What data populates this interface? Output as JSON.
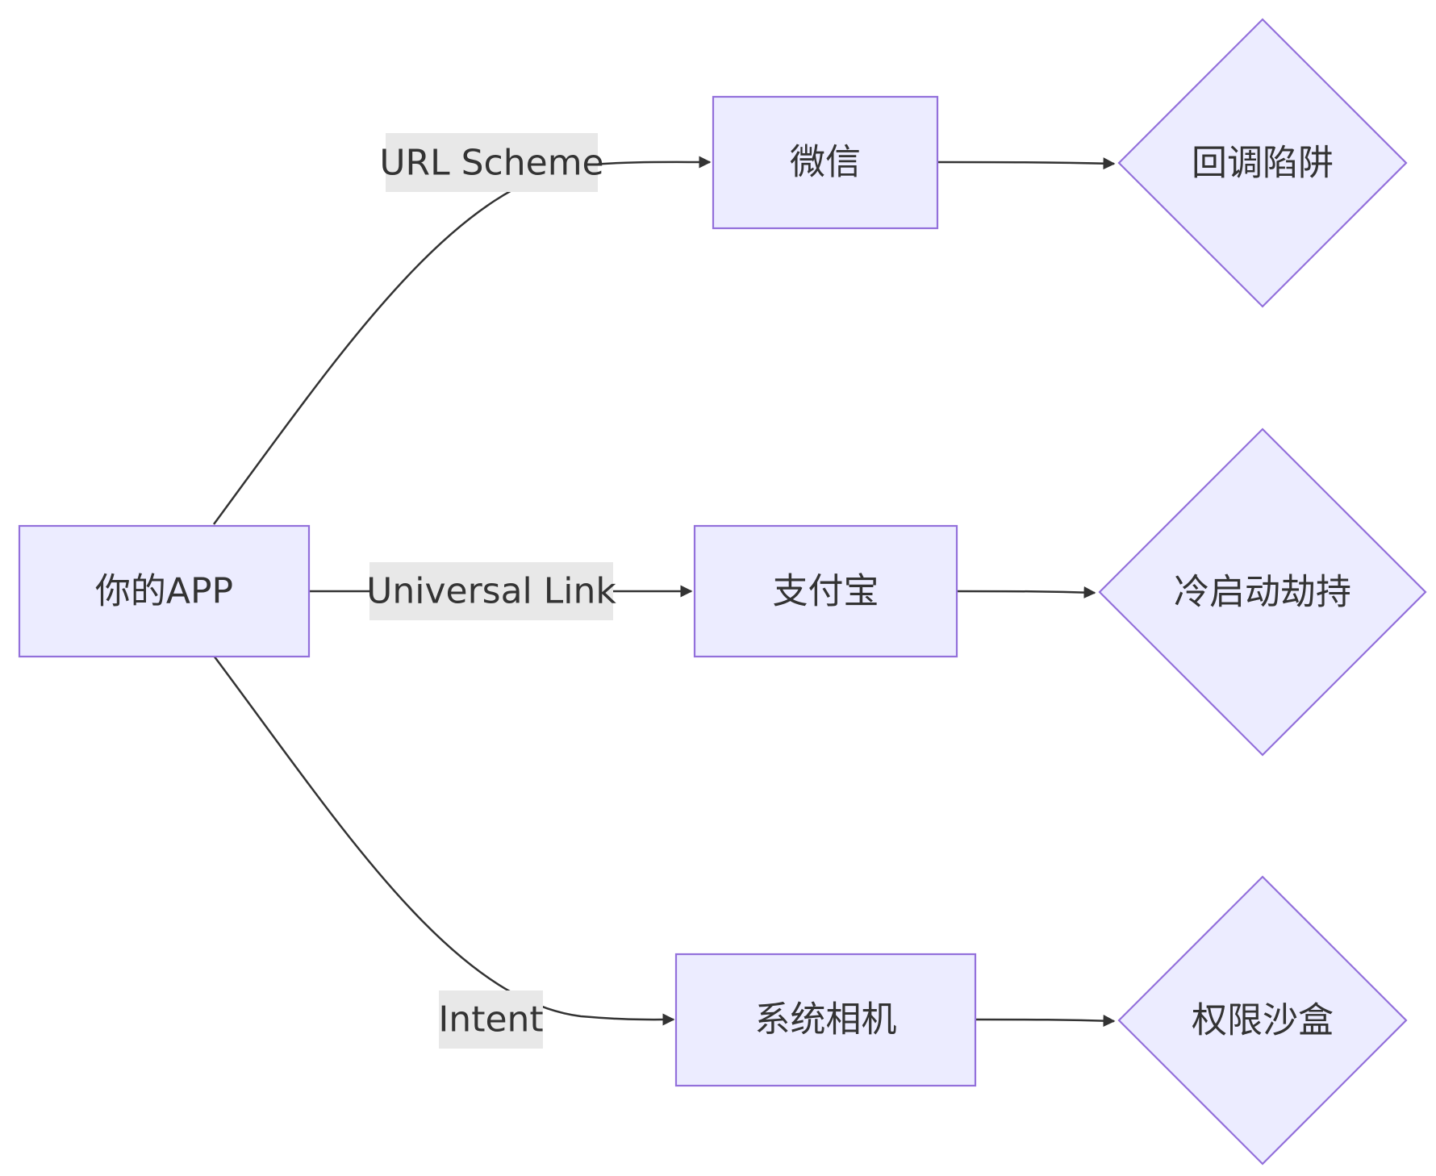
{
  "nodes": {
    "app": "你的APP",
    "wechat": "微信",
    "alipay": "支付宝",
    "camera": "系统相机",
    "callback": "回调陷阱",
    "coldstart": "冷启动劫持",
    "sandbox": "权限沙盒"
  },
  "edges": {
    "url_scheme": "URL Scheme",
    "universal_link": "Universal Link",
    "intent": "Intent"
  },
  "colors": {
    "node_fill": "#ECECFF",
    "node_stroke": "#9370DB",
    "edge": "#333333",
    "label_bg": "#E8E8E8",
    "text": "#333333"
  }
}
